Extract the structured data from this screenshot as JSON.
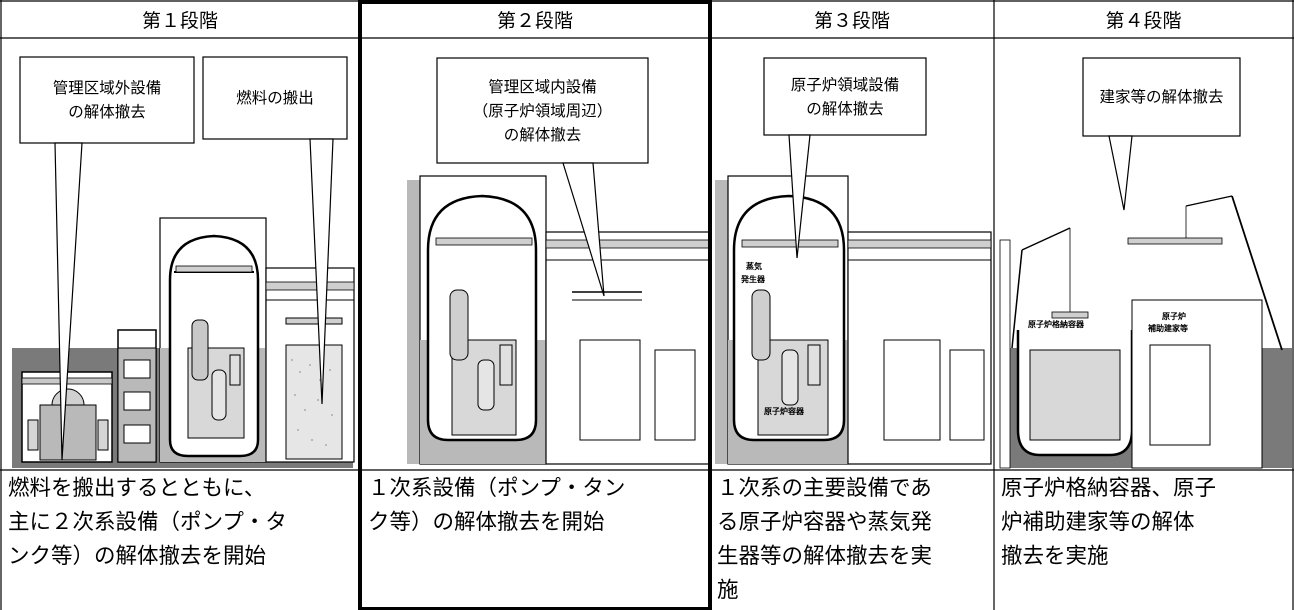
{
  "stages": [
    {
      "header": "第１段階",
      "captions": [
        [
          "管理区域外設備",
          "の解体撤去"
        ],
        [
          "燃料の搬出"
        ]
      ],
      "description": [
        "燃料を搬出するとともに、",
        "主に２次系設備（ポンプ・タ",
        "ンク等）の解体撤去を開始"
      ]
    },
    {
      "header": "第２段階",
      "captions": [
        [
          "管理区域内設備",
          "（原子炉領域周辺）",
          "の解体撤去"
        ]
      ],
      "description": [
        "１次系設備（ポンプ・タン",
        "ク等）の解体撤去を開始"
      ]
    },
    {
      "header": "第３段階",
      "captions": [
        [
          "原子炉領域設備",
          "の解体撤去"
        ]
      ],
      "labels": [
        "蒸気",
        "発生器",
        "原子炉容器"
      ],
      "description": [
        "１次系の主要設備であ",
        "る原子炉容器や蒸気発",
        "生器等の解体撤去を実",
        "施"
      ]
    },
    {
      "header": "第４段階",
      "captions": [
        [
          "建家等の解体撤去"
        ]
      ],
      "labels": [
        "原子炉格納容器",
        "原子炉",
        "補助建家等"
      ],
      "description": [
        "原子炉格納容器、原子",
        "炉補助建家等の解体",
        "撤去を実施"
      ]
    }
  ],
  "colors": {
    "ground": "#7a7a7a",
    "structure": "#b9b9b9",
    "line": "#000000"
  }
}
